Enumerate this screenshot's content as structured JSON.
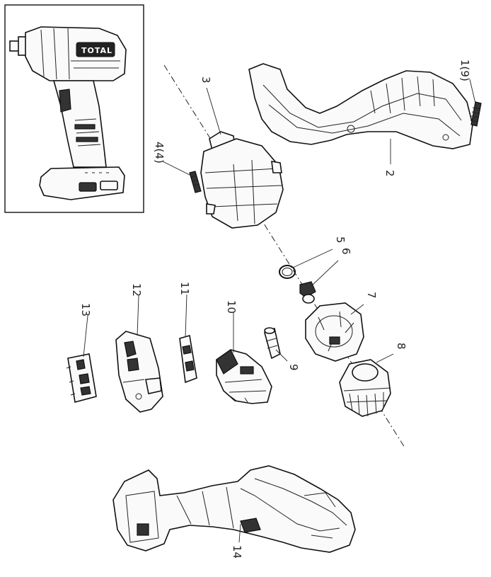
{
  "inset": {
    "brand_text": "TOTAL"
  },
  "labels": {
    "part_1": "1(9)",
    "part_2": "2",
    "part_3": "3",
    "part_4": "4(4)",
    "part_5": "5",
    "part_6": "6",
    "part_7": "7",
    "part_8": "8",
    "part_9": "9",
    "part_10": "10",
    "part_11": "11",
    "part_12": "12",
    "part_13": "13",
    "part_14": "14"
  }
}
